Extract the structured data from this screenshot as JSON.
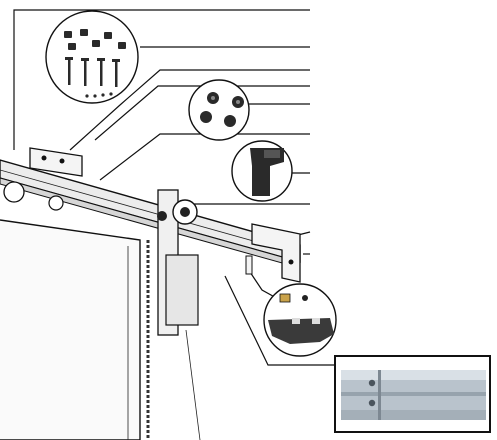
{
  "diagram": {
    "kind": "exploded-assembly",
    "parts": [
      {
        "id": "end-stops-screws-kit",
        "icon": "hardware-kit-icon"
      },
      {
        "id": "door-guides",
        "icon": "guide-puck-icon"
      },
      {
        "id": "soft-stop",
        "icon": "stopper-icon"
      },
      {
        "id": "track-bracket",
        "icon": "bracket-icon"
      },
      {
        "id": "roller-hanger",
        "icon": "roller-icon"
      },
      {
        "id": "floor-guide",
        "icon": "floor-guide-icon"
      },
      {
        "id": "track-joint",
        "icon": "rail-joint-icon"
      }
    ],
    "colors": {
      "line": "#111111",
      "hardware": "#2a2a2a",
      "rail": "#e8e8e8",
      "inset_rail": "#b9c3cc"
    }
  }
}
